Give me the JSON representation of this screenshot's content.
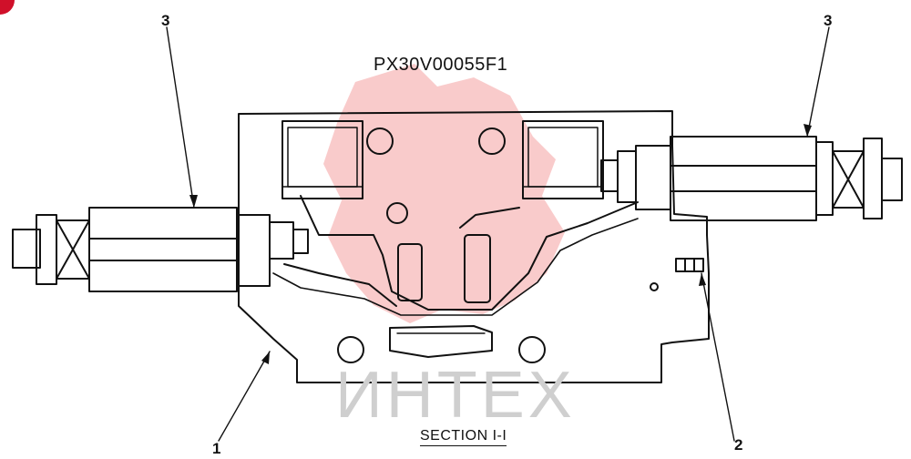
{
  "header": {
    "part_code": "PX30V00055F1"
  },
  "labels": {
    "callout_left_top": "3",
    "callout_right_top": "3",
    "callout_body": "1",
    "callout_plug": "2"
  },
  "caption": {
    "section_title": "SECTION I-I"
  },
  "watermark": {
    "text": "ИНТЕХ",
    "color": "#f08080"
  },
  "colors": {
    "line": "#111111",
    "watermark_red": "#f4a0a0",
    "watermark_gray": "#cfcfcf",
    "badge": "#d0102a"
  }
}
